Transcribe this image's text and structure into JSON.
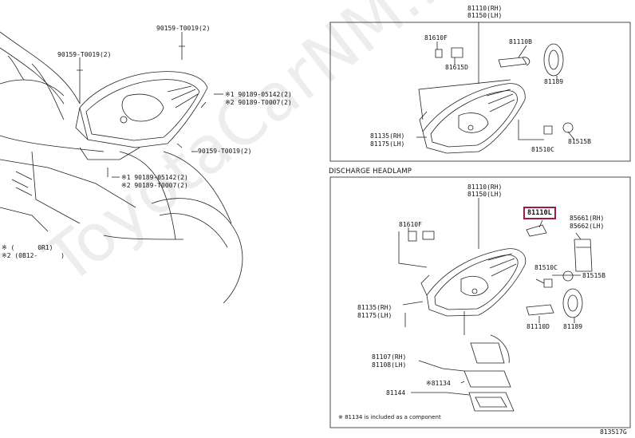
{
  "watermark": "ToyotaCarNM.ru",
  "left_labels": {
    "l1": "90159-T0019(2)",
    "l2": "90159-T0019(2)",
    "l3": "※1 90189-05142(2)",
    "l4": "※2 90189-T0007(2)",
    "l5": "90159-T0019(2)",
    "l6": "※1 90189-05142(2)",
    "l7": "※2 90189-T0007(2)",
    "l8": "※ (      0R1)",
    "l9": "※2 (0B12-      )"
  },
  "top_box": {
    "rh": "81110(RH)",
    "lh": "81150(LH)",
    "p81610F": "81610F",
    "p81615D": "81615D",
    "p81110B": "81110B",
    "p81189": "81189",
    "p81135": "81135(RH)",
    "p81175": "81175(LH)",
    "p81510C": "81510C",
    "p81515B": "81515B"
  },
  "bottom_box": {
    "title": "DISCHARGE HEADLAMP",
    "rh": "81110(RH)",
    "lh": "81150(LH)",
    "highlight": "81110L",
    "p85661": "85661(RH)",
    "p85662": "85662(LH)",
    "p81610F": "81610F",
    "p81510C": "81510C",
    "p81515B": "81515B",
    "p81135": "81135(RH)",
    "p81175": "81175(LH)",
    "p81110D": "81110D",
    "p81189": "81189",
    "p81107": "81107(RH)",
    "p81108": "81108(LH)",
    "p81144": "81144",
    "p81134": "※81134",
    "note": "※ 81134 is included as a component"
  },
  "figure_id": "813517G"
}
